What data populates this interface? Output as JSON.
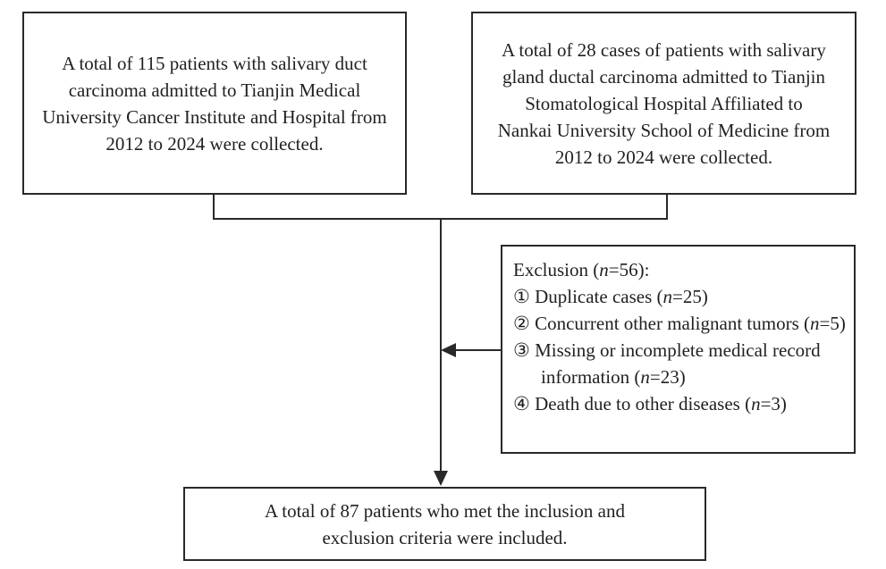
{
  "diagram": {
    "colors": {
      "line": "#2b2828",
      "text": "#231f20",
      "background": "#ffffff"
    },
    "source_left_box": {
      "text": "A total of 115 patients with salivary duct carcinoma admitted to Tianjin Medical University Cancer Institute and Hospital from 2012 to 2024 were collected."
    },
    "source_right_box": {
      "text": "A total of 28 cases of patients with salivary gland ductal carcinoma admitted to Tianjin Stomatological Hospital Affiliated to Nankai University School of Medicine from 2012 to 2024 were collected."
    },
    "exclusion_box": {
      "title": "Exclusion (n=56):",
      "items": [
        "① Duplicate cases (n=25)",
        "② Concurrent other malignant tumors (n=5)",
        "③ Missing or incomplete medical record information (n=23)",
        "④ Death due to other diseases (n=3)"
      ]
    },
    "result_box": {
      "text": "A total of 87 patients who met the inclusion and exclusion criteria were included."
    }
  }
}
